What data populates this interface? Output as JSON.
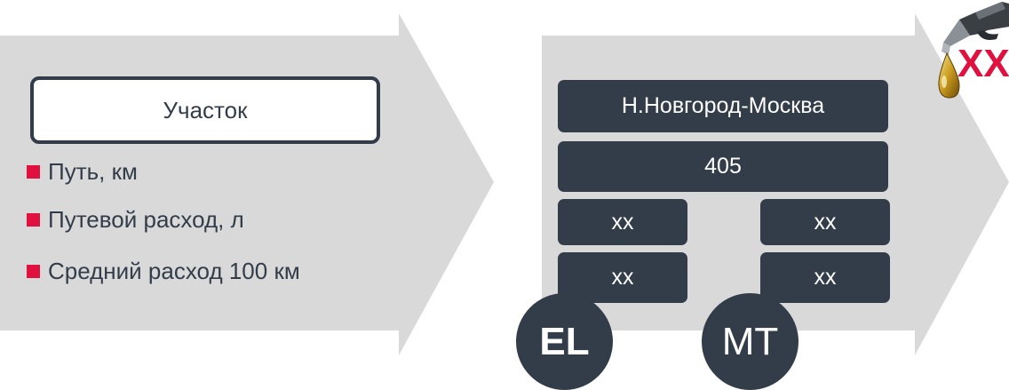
{
  "left_panel": {
    "section_label": "Участок",
    "metrics": [
      "Путь, км",
      "Путевой расход, л",
      "Средний расход 100 км"
    ]
  },
  "right_panel": {
    "route": "Н.Новгород-Москва",
    "distance": "405",
    "values": {
      "el_fuel": "xx",
      "mt_fuel": "xx",
      "el_avg": "xx",
      "mt_avg": "xx"
    },
    "badges": {
      "el": "EL",
      "mt": "MT"
    },
    "fuel_count": "XX"
  },
  "colors": {
    "arrow_fill": "#d9d9d9",
    "dark": "#333d4a",
    "accent": "#e0103f"
  },
  "icons": [
    "fuel-nozzle-icon",
    "oil-drop-icon"
  ]
}
